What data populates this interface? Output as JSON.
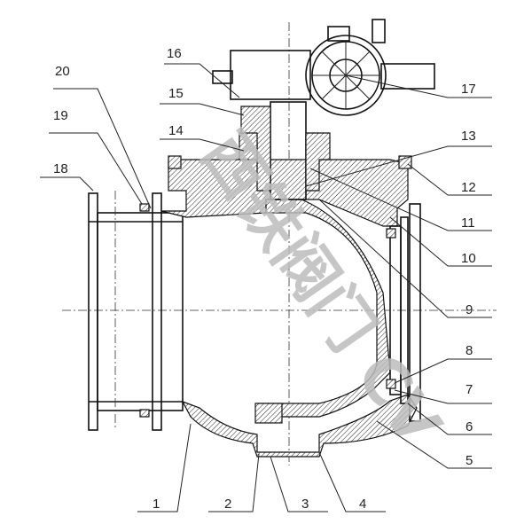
{
  "diagram": {
    "title": "Ball valve sectional drawing",
    "watermark": "西铁阀门 CV",
    "part_labels": [
      "1",
      "2",
      "3",
      "4",
      "5",
      "6",
      "7",
      "8",
      "9",
      "10",
      "11",
      "12",
      "13",
      "14",
      "15",
      "16",
      "17",
      "18",
      "19",
      "20"
    ]
  }
}
